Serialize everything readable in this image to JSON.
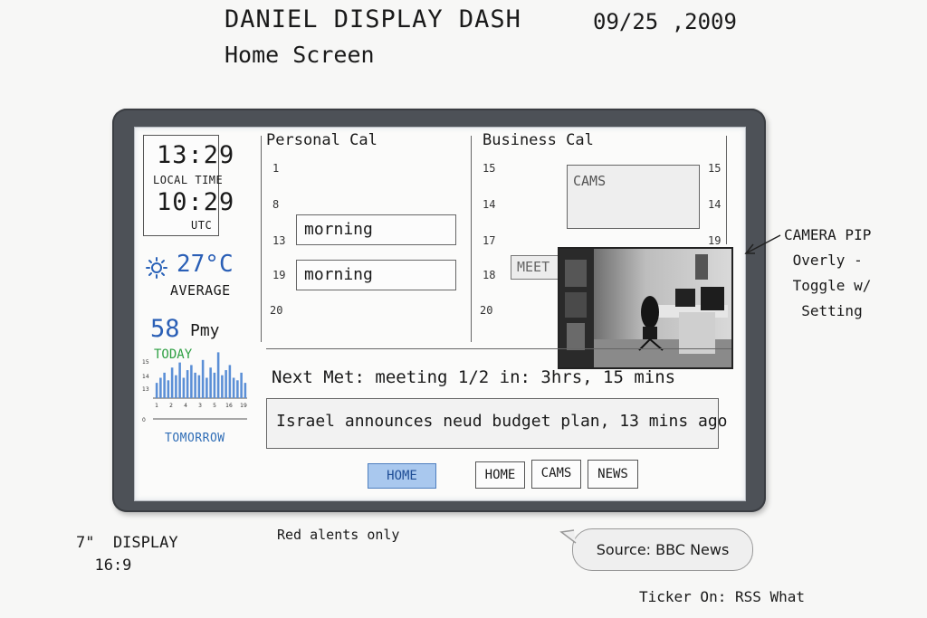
{
  "sketch": {
    "title": "DANIEL DISPLAY DASH",
    "subtitle": "Home Screen",
    "date": "09/25 ,2009"
  },
  "clock": {
    "local_time": "13:29",
    "local_label": "LOCAL TIME",
    "utc_time": "10:29",
    "utc_label": "UTC"
  },
  "weather": {
    "icon": "sun-icon",
    "temperature": "27°C",
    "temperature_label": "AVERAGE",
    "rainfall": "58",
    "rainfall_unit": "Pmy",
    "today_label": "TODAY",
    "tomorrow_label": "TOMORROW",
    "colors": {
      "accent": "#2a5fb6",
      "today": "#2ea043"
    }
  },
  "chart_data": {
    "type": "bar",
    "categories": [
      "1",
      "",
      "2",
      "",
      "4",
      "",
      "3",
      "",
      "5",
      "",
      "16",
      "",
      "19",
      "",
      "",
      "",
      "",
      "",
      "",
      "",
      "",
      "",
      "",
      ""
    ],
    "values": [
      6,
      8,
      10,
      7,
      12,
      9,
      14,
      8,
      11,
      13,
      10,
      9,
      15,
      8,
      12,
      10,
      18,
      9,
      11,
      13,
      8,
      7,
      10,
      6
    ],
    "ylim": [
      0,
      16
    ],
    "y_ticks": [
      "15",
      "14",
      "13",
      "0"
    ],
    "x_ticks": [
      "1",
      "2",
      "4",
      "3",
      "5",
      "16",
      "19"
    ],
    "color": "#5b8fd6"
  },
  "personal_cal": {
    "title": "Personal Cal",
    "hours": [
      "1",
      "8",
      "13",
      "19",
      "20"
    ],
    "events": [
      "morning",
      "morning"
    ]
  },
  "business_cal": {
    "title": "Business Cal",
    "hours": [
      "15",
      "14",
      "17",
      "18",
      "20"
    ],
    "right_hours": [
      "15",
      "14",
      "19"
    ],
    "cams_label": "CAMS",
    "meeting_label": "MEET"
  },
  "next_meeting": "Next Met: meeting 1/2 in: 3hrs, 15 mins",
  "ticker_text": "Israel announces neud budget plan, 13 mins ago",
  "nav": {
    "home_active": "HOME",
    "home": "HOME",
    "cams": "CAMS",
    "news": "NEWS"
  },
  "annotations": {
    "pip_note": "CAMERA PIP\n Overly -\n Toggle w/\n  Setting",
    "display_note": "7\"  DISPLAY\n  16:9",
    "red_alerts": "Red alents only",
    "source": "Source: BBC News",
    "ticker_note": "Ticker On: RSS What"
  }
}
